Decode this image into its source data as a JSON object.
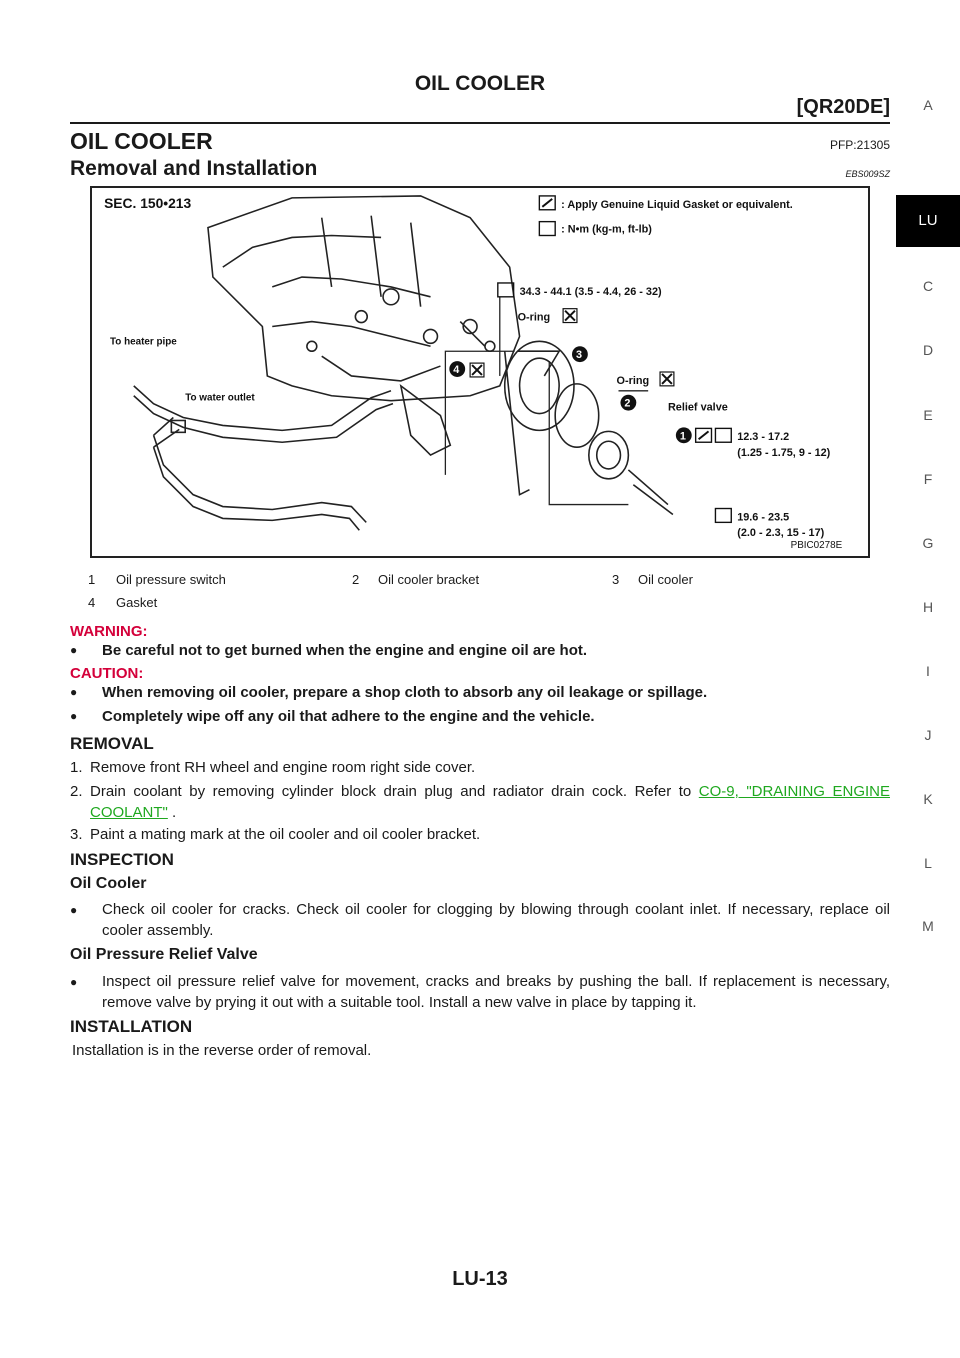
{
  "header": {
    "title": "OIL COOLER",
    "engine": "[QR20DE]"
  },
  "side_tabs": [
    "A",
    "LU",
    "C",
    "D",
    "E",
    "F",
    "G",
    "H",
    "I",
    "J",
    "K",
    "L",
    "M"
  ],
  "section": {
    "title": "OIL COOLER",
    "pfp": "PFP:21305",
    "subtitle": "Removal and Installation",
    "code": "EBS009SZ"
  },
  "figure": {
    "sec": "SEC. 150•213",
    "legend_gasket": ": Apply Genuine Liquid Gasket or equivalent.",
    "legend_torque": ": N•m (kg-m, ft-lb)",
    "to_heater_pipe": "To heater pipe",
    "to_water_outlet": "To water outlet",
    "torque_1": "34.3 - 44.1 (3.5 - 4.4, 26 - 32)",
    "oring_1": "O-ring",
    "oring_2": "O-ring",
    "relief_valve": "Relief valve",
    "torque_2a": "12.3 - 17.2",
    "torque_2b": "(1.25 - 1.75, 9 - 12)",
    "torque_3a": "19.6 - 23.5",
    "torque_3b": "(2.0 - 2.3, 15 - 17)",
    "code": "PBIC0278E",
    "n1": "1",
    "n2": "2",
    "n3": "3",
    "n4": "4"
  },
  "legend": [
    {
      "num": "1",
      "label": "Oil pressure switch"
    },
    {
      "num": "2",
      "label": "Oil cooler bracket"
    },
    {
      "num": "3",
      "label": "Oil cooler"
    },
    {
      "num": "4",
      "label": "Gasket"
    }
  ],
  "warning": {
    "label": "WARNING:",
    "items": [
      "Be careful not to get burned when the engine and engine oil are hot."
    ]
  },
  "caution": {
    "label": "CAUTION:",
    "items": [
      "When removing oil cooler, prepare a shop cloth to absorb any oil leakage or spillage.",
      "Completely wipe off any oil that adhere to the engine and the vehicle."
    ]
  },
  "removal": {
    "title": "REMOVAL",
    "step1": "Remove front RH wheel and engine room right side cover.",
    "step2_pre": "Drain coolant by removing cylinder block drain plug and radiator drain cock. Refer to ",
    "step2_link": "CO-9, \"DRAINING ENGINE COOLANT\"",
    "step2_post": " .",
    "step3": "Paint a mating mark at the oil cooler and oil cooler bracket."
  },
  "inspection": {
    "title": "INSPECTION",
    "sub1": "Oil Cooler",
    "sub1_text": "Check oil cooler for cracks. Check oil cooler for clogging by blowing through coolant inlet. If necessary, replace oil cooler assembly.",
    "sub2": "Oil Pressure Relief Valve",
    "sub2_text": "Inspect oil pressure relief valve for movement, cracks and breaks by pushing the ball. If replacement is necessary, remove valve by prying it out with a suitable tool. Install a new valve in place by tapping it."
  },
  "installation": {
    "title": "INSTALLATION",
    "text": "Installation is in the reverse order of removal."
  },
  "page_number": "LU-13"
}
